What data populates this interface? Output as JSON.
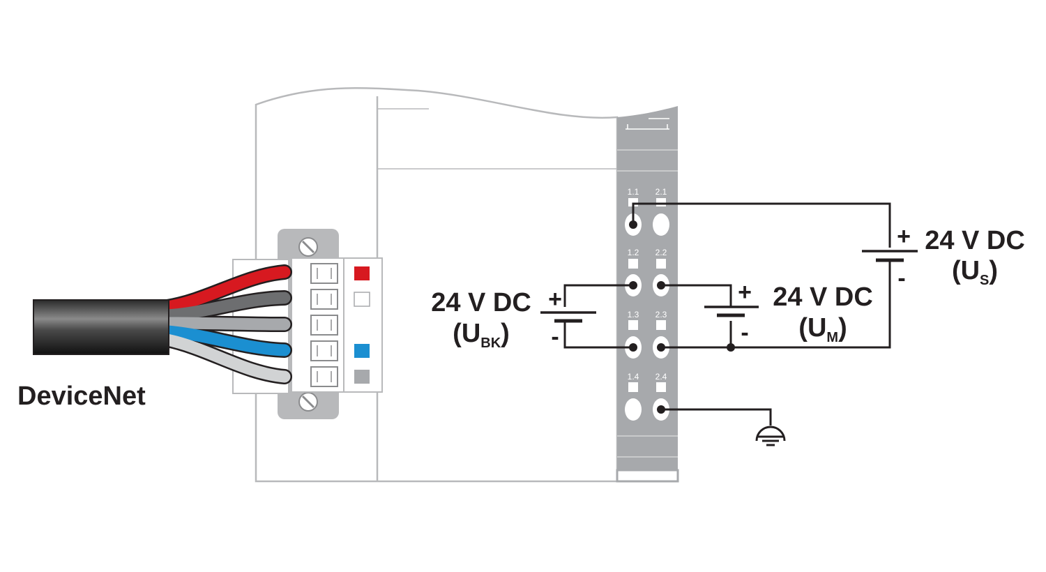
{
  "cable_label": "DeviceNet",
  "terminal_labels": [
    "1.1",
    "2.1",
    "1.2",
    "2.2",
    "1.3",
    "2.3",
    "1.4",
    "2.4"
  ],
  "supplies": [
    {
      "voltage": "24 V DC",
      "name_main": "U",
      "name_sub": "BK",
      "plus": "+",
      "minus": "-"
    },
    {
      "voltage": "24 V DC",
      "name_main": "U",
      "name_sub": "M",
      "plus": "+",
      "minus": "-"
    },
    {
      "voltage": "24 V DC",
      "name_main": "U",
      "name_sub": "S",
      "plus": "+",
      "minus": "-"
    }
  ],
  "colors": {
    "wire_red": "#d71920",
    "wire_dark_gray": "#6d6e70",
    "wire_gray": "#a7a9ac",
    "wire_blue": "#1b8fd1",
    "wire_light_gray": "#d1d3d4",
    "strip": "#a7a9ac",
    "ink": "#231f20",
    "outline": "#b8b9bb"
  },
  "connector_markers": [
    "red",
    "white",
    "none",
    "blue",
    "gray"
  ]
}
